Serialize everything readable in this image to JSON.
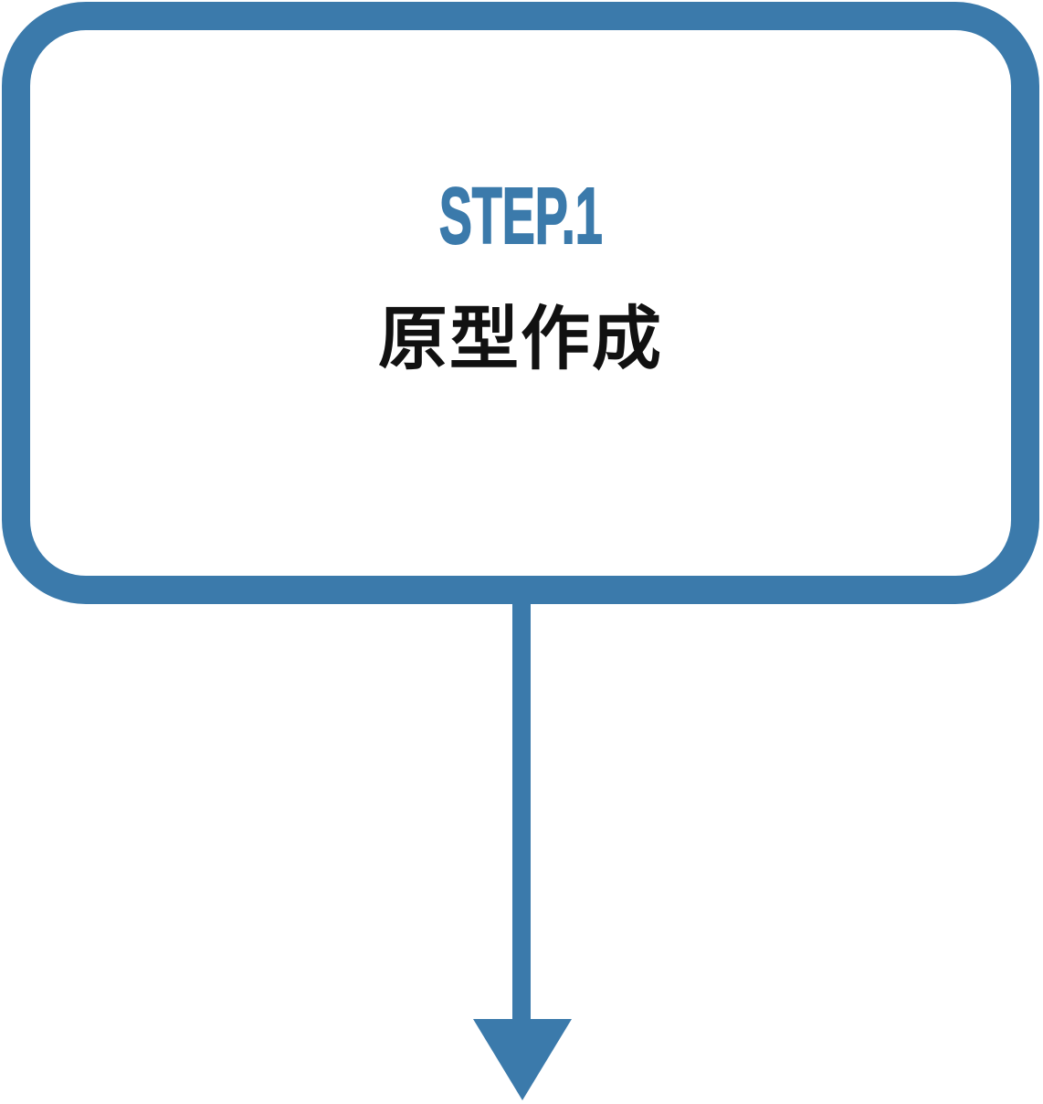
{
  "page": {
    "background_color": "#FFFFFF"
  },
  "step_card": {
    "label": "STEP.1",
    "title": "原型作成",
    "border_color": "#3B7AAB",
    "label_color": "#3B7AAB",
    "title_color": "#111111",
    "background_color": "#FFFFFF"
  },
  "arrow": {
    "icon": "down-arrow-icon",
    "direction": "down",
    "color": "#3B7AAB"
  }
}
